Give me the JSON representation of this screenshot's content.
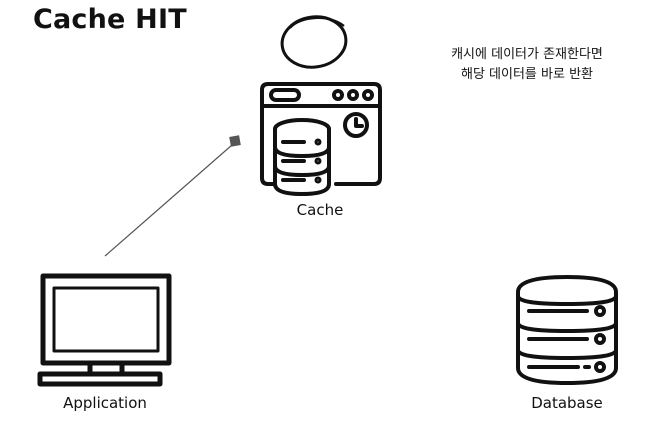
{
  "diagram": {
    "title": "Cache HIT",
    "note_lines": [
      "캐시에 데이터가 존재한다면",
      "해당 데이터를 바로 반환"
    ],
    "nodes": {
      "cache": {
        "label": "Cache",
        "icon": "cache-server-icon"
      },
      "application": {
        "label": "Application",
        "icon": "desktop-monitor-icon"
      },
      "database": {
        "label": "Database",
        "icon": "database-icon"
      }
    },
    "connector": {
      "from": "application",
      "to": "cache",
      "style": "thin gray line with square endpoint"
    },
    "colors": {
      "stroke": "#111111",
      "line": "#555555",
      "background": "#ffffff"
    }
  }
}
